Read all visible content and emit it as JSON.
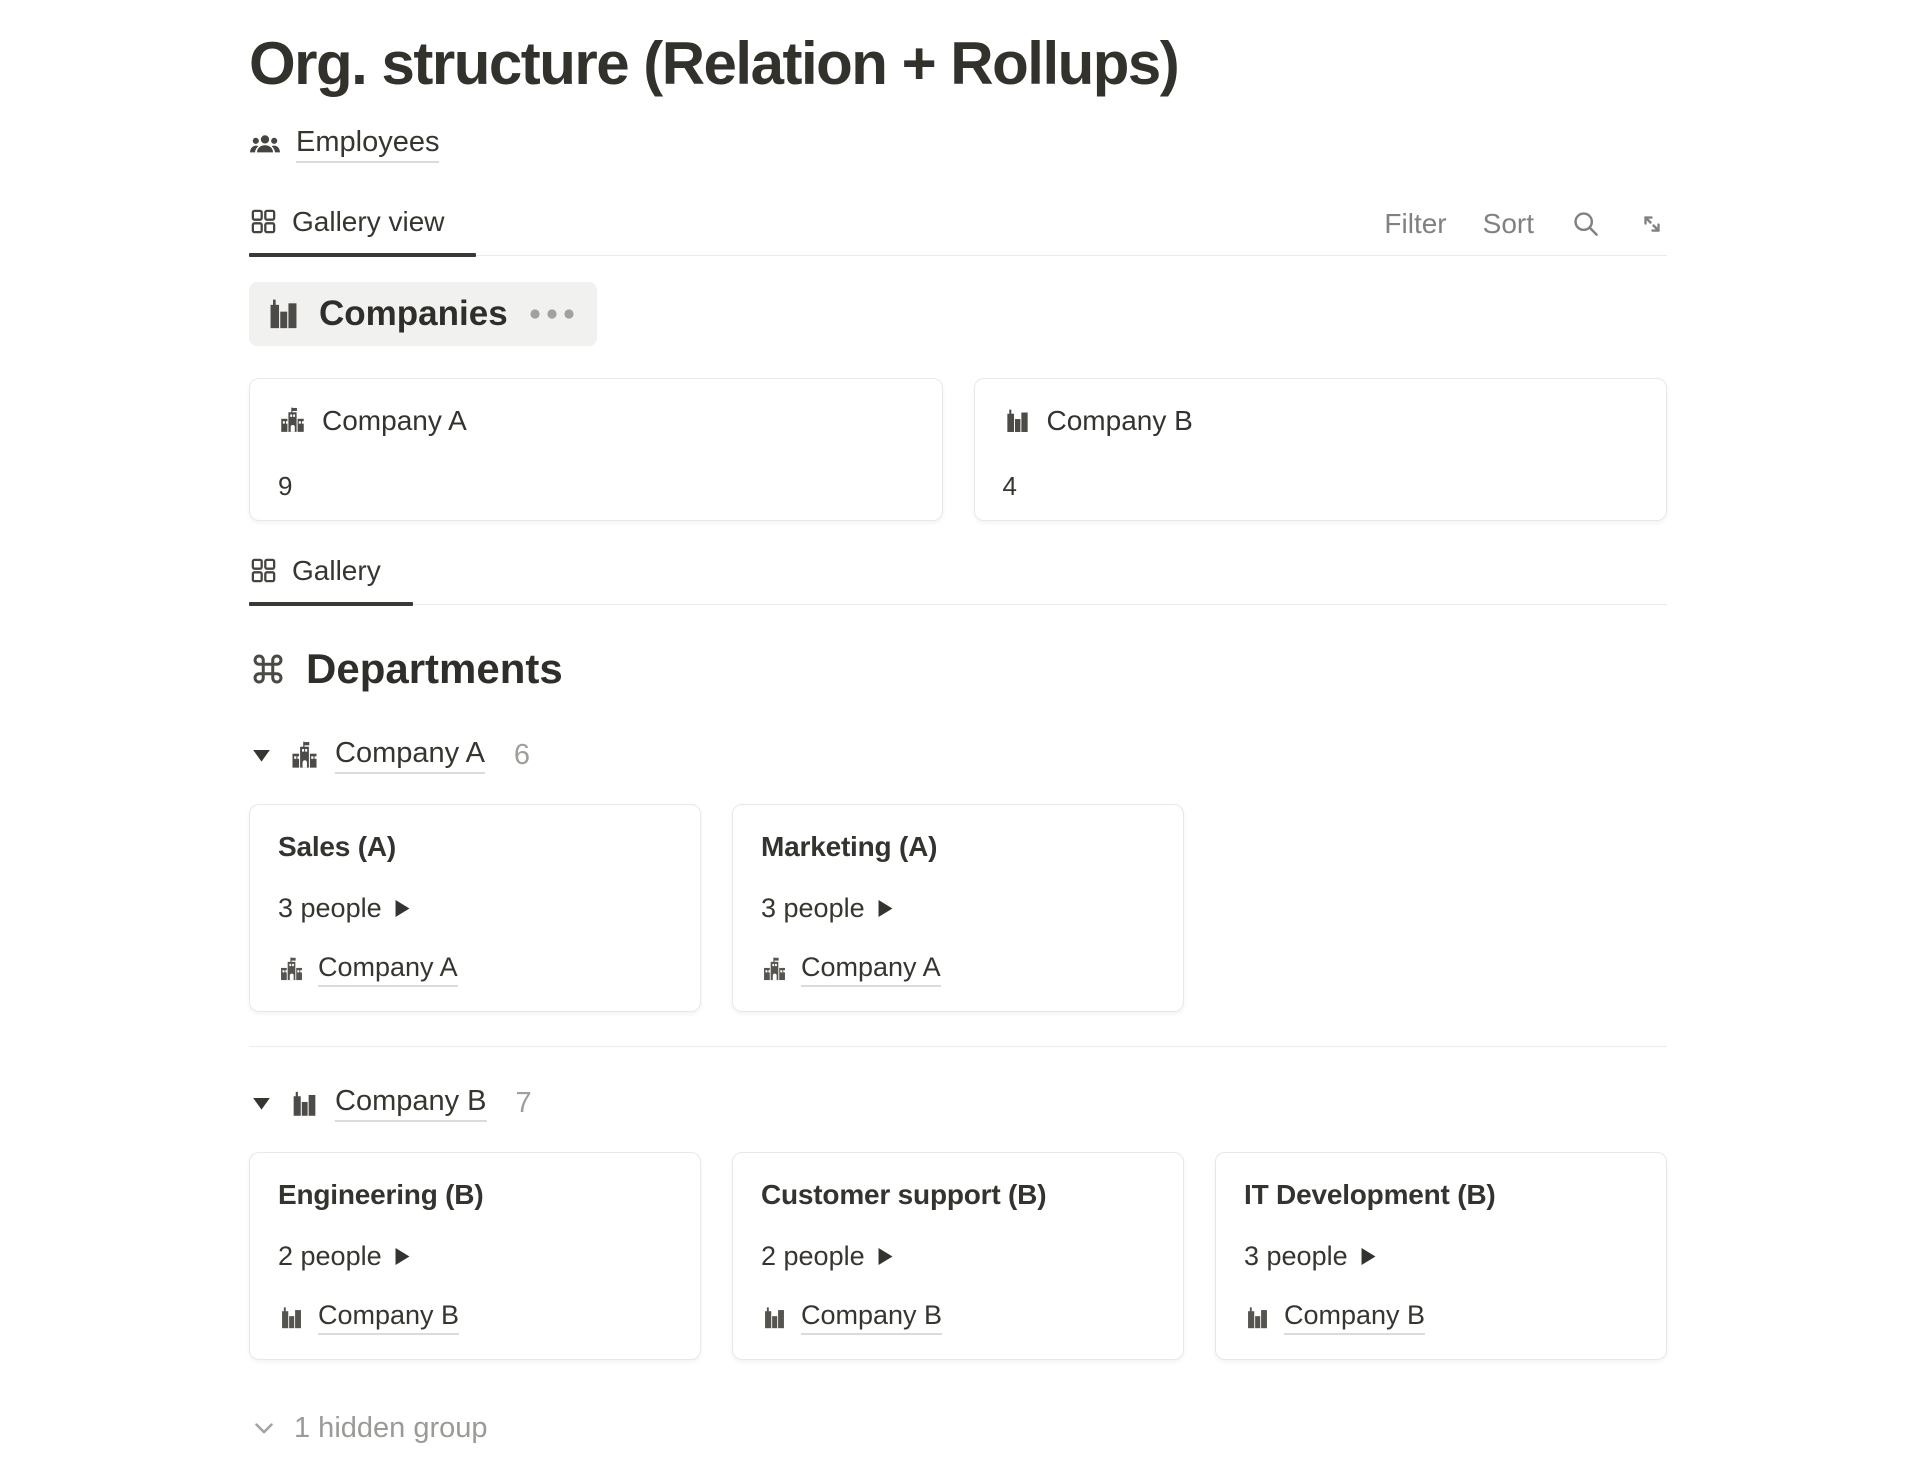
{
  "page": {
    "title": "Org. structure (Relation + Rollups)"
  },
  "breadcrumb": {
    "label": "Employees",
    "icon": "people-icon"
  },
  "toolbar": {
    "tab_label": "Gallery view",
    "tab_icon": "gallery-icon",
    "filter_label": "Filter",
    "sort_label": "Sort",
    "search_icon": "search-icon",
    "expand_icon": "expand-icon"
  },
  "companies_section": {
    "title": "Companies",
    "icon": "city-buildings-icon",
    "menu_icon": "more-dots-icon",
    "cards": [
      {
        "name": "Company A",
        "icon": "school-building-icon",
        "rollup_count": "9"
      },
      {
        "name": "Company B",
        "icon": "city-buildings-icon",
        "rollup_count": "4"
      }
    ]
  },
  "departments_toolbar": {
    "tab_label": "Gallery",
    "tab_icon": "gallery-icon"
  },
  "departments_section": {
    "title": "Departments",
    "icon": "command-icon",
    "groups": [
      {
        "name": "Company A",
        "icon": "school-building-icon",
        "count": "6",
        "cards": [
          {
            "title": "Sales (A)",
            "people": "3 people",
            "company_link": "Company A",
            "company_icon": "school-building-icon"
          },
          {
            "title": "Marketing (A)",
            "people": "3 people",
            "company_link": "Company A",
            "company_icon": "school-building-icon"
          }
        ]
      },
      {
        "name": "Company B",
        "icon": "city-buildings-icon",
        "count": "7",
        "cards": [
          {
            "title": "Engineering (B)",
            "people": "2 people",
            "company_link": "Company B",
            "company_icon": "city-buildings-icon"
          },
          {
            "title": "Customer support (B)",
            "people": "2 people",
            "company_link": "Company B",
            "company_icon": "city-buildings-icon"
          },
          {
            "title": "IT Development (B)",
            "people": "3 people",
            "company_link": "Company B",
            "company_icon": "city-buildings-icon"
          }
        ]
      }
    ]
  },
  "footer": {
    "hidden_groups_label": "1 hidden group",
    "icon": "chevron-down-icon"
  },
  "colors": {
    "text": "#37352f",
    "muted_toolbar": "#82817e",
    "muted_count": "#9f9e9b",
    "pill_background": "#f1f1ef",
    "card_border": "#e8e8e6",
    "tab_underline": "#3a3935",
    "underline_link": "#dcdbd7"
  }
}
